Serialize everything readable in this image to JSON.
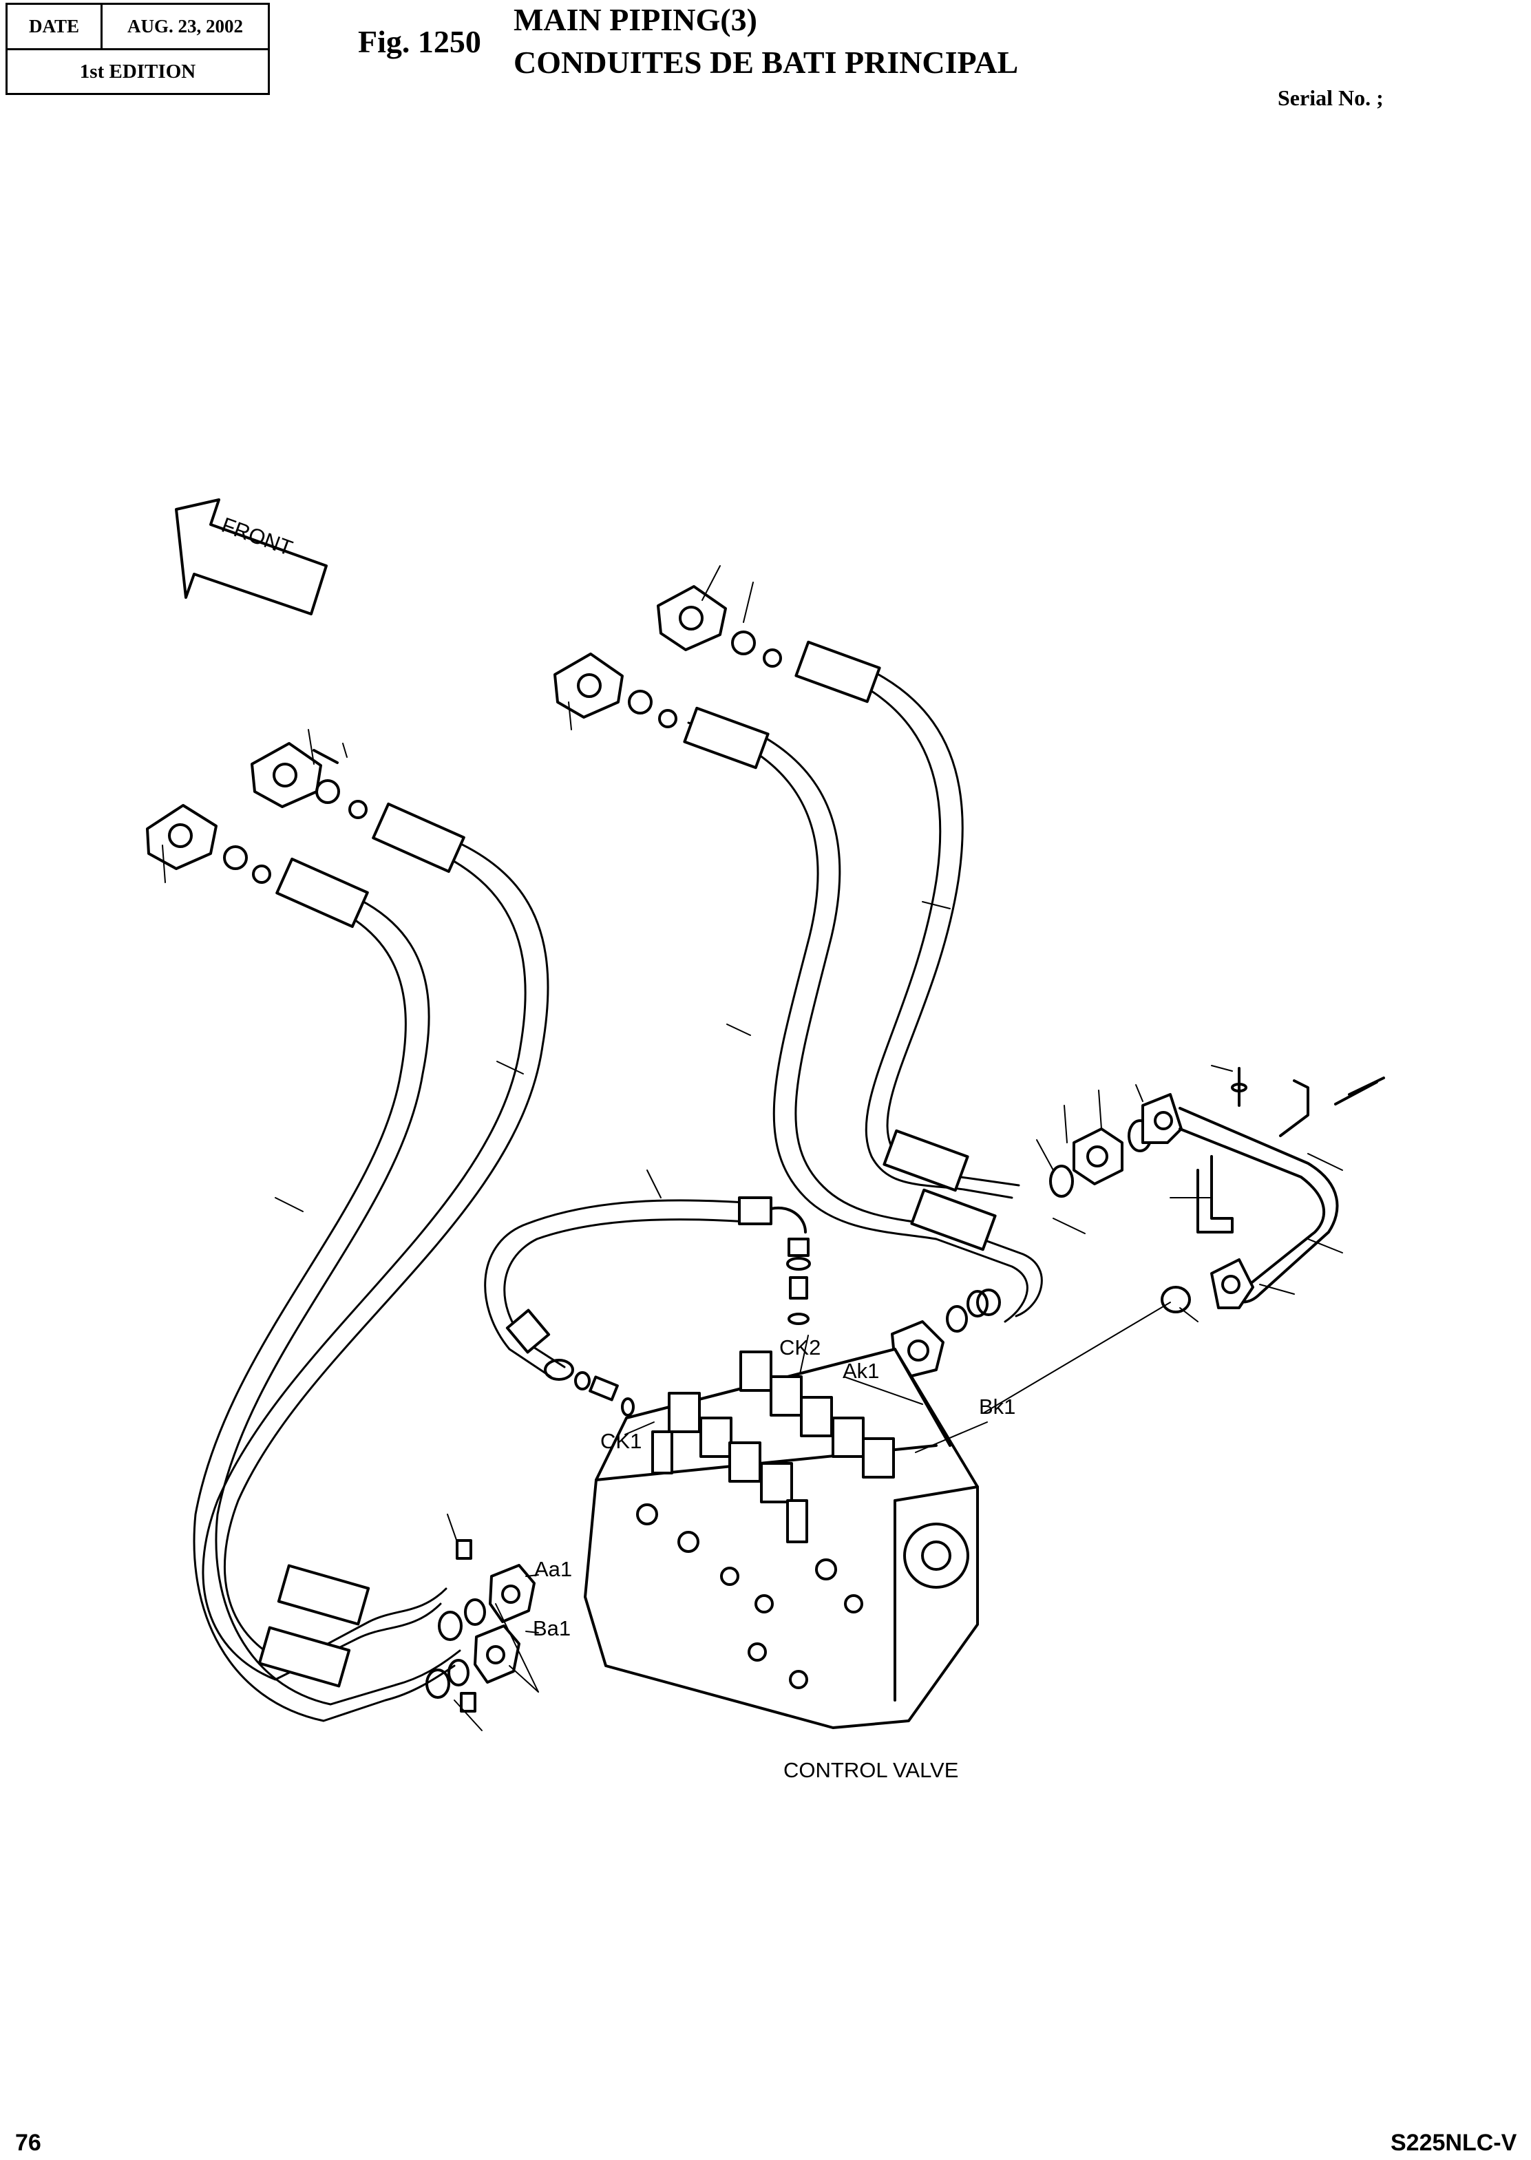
{
  "header": {
    "date_label": "DATE",
    "date_value": "AUG.  23, 2002",
    "edition": "1st EDITION"
  },
  "figure": {
    "number": "Fig. 1250",
    "title_en": "MAIN PIPING(3)",
    "title_fr": "CONDUITES DE BATI PRINCIPAL",
    "serial": "Serial No. ;"
  },
  "diagram": {
    "front_arrow": "FRONT",
    "labels": {
      "ck2": "CK2",
      "ak1": "Ak1",
      "bk1": "Bk1",
      "ck1": "CK1",
      "aa1": "Aa1",
      "ba1": "Ba1",
      "control_valve": "CONTROL VALVE"
    }
  },
  "footer": {
    "page": "76",
    "model": "S225NLC-V"
  }
}
